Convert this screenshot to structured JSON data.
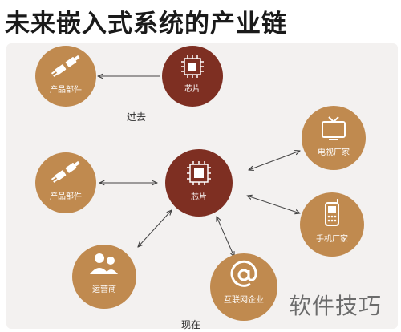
{
  "title": "未来嵌入式系统的产业链",
  "past": {
    "label": "过去",
    "nodes": {
      "parts": "产品部件",
      "chip": "芯片"
    }
  },
  "present": {
    "label": "现在",
    "nodes": {
      "parts": "产品部件",
      "chip": "芯片",
      "tv": "电视厂家",
      "phone": "手机厂家",
      "operator": "运营商",
      "internet": "互联网企业"
    }
  },
  "watermark": "软件技巧",
  "colors": {
    "chip": "#7e2f22",
    "node": "#c08a4f",
    "arrow": "#444444",
    "panel": "#f3f1f0"
  },
  "icons": {
    "chip": "chip-icon",
    "parts": "plug-icon",
    "tv": "tv-icon",
    "phone": "phone-icon",
    "operator": "users-icon",
    "internet": "at-sign-icon"
  }
}
